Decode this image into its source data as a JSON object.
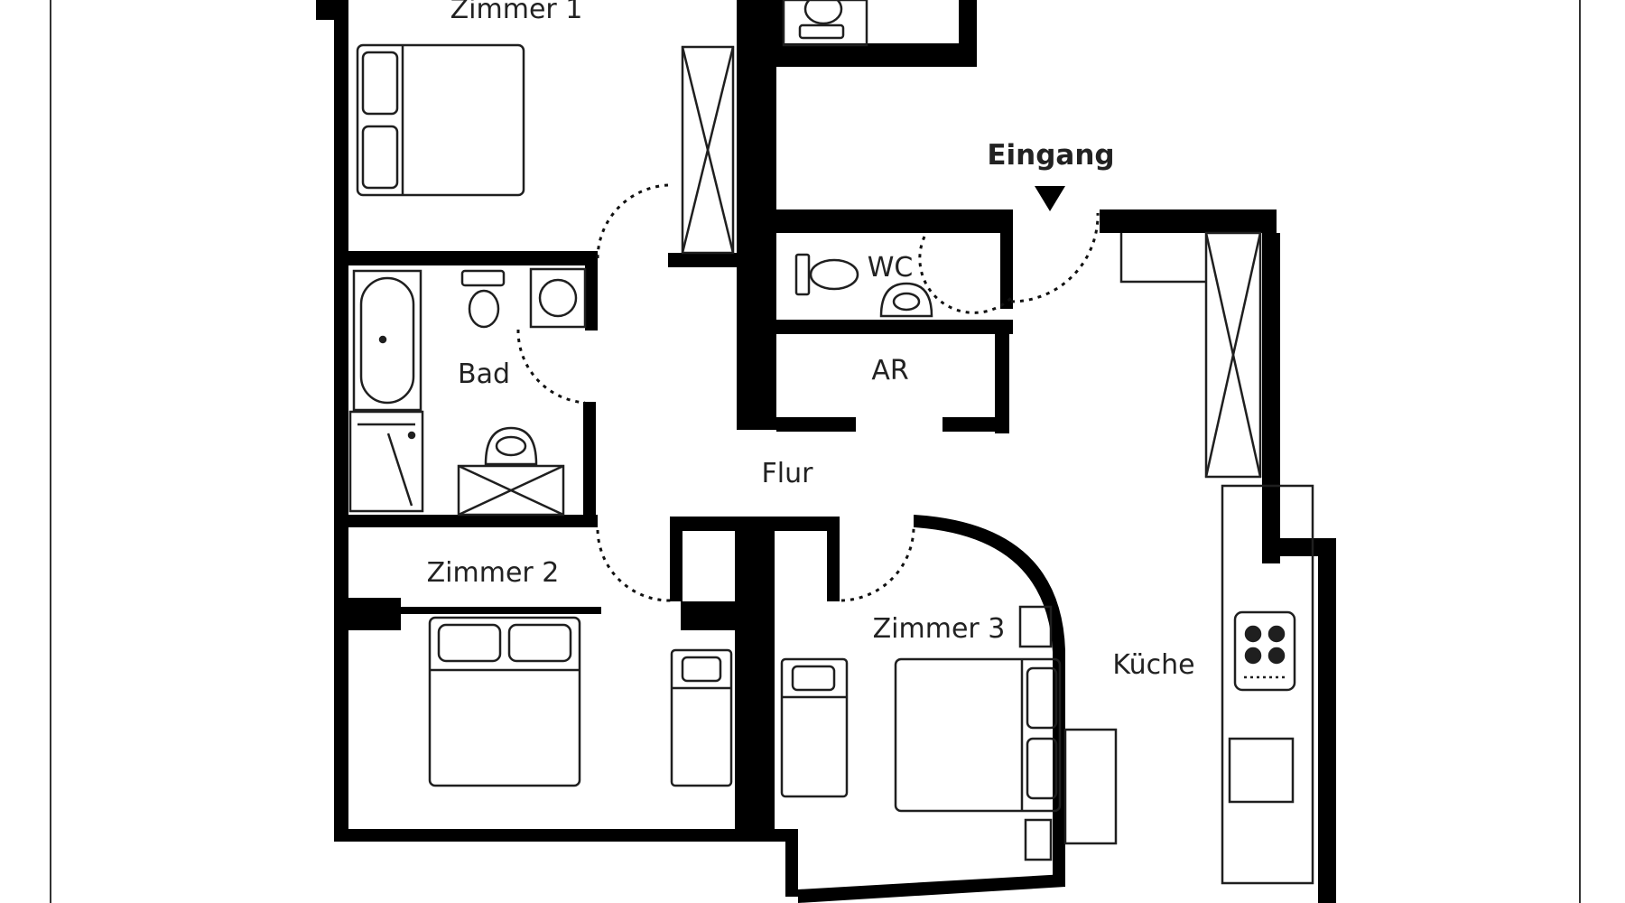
{
  "labels": {
    "zimmer1": "Zimmer 1",
    "eingang": "Eingang",
    "wc": "WC",
    "bad": "Bad",
    "ar": "AR",
    "flur": "Flur",
    "zimmer2": "Zimmer 2",
    "zimmer3": "Zimmer 3",
    "kueche": "Küche"
  },
  "colors": {
    "wall": "#000000",
    "line": "#1f1f1f",
    "text": "#222222",
    "background": "#ffffff"
  }
}
